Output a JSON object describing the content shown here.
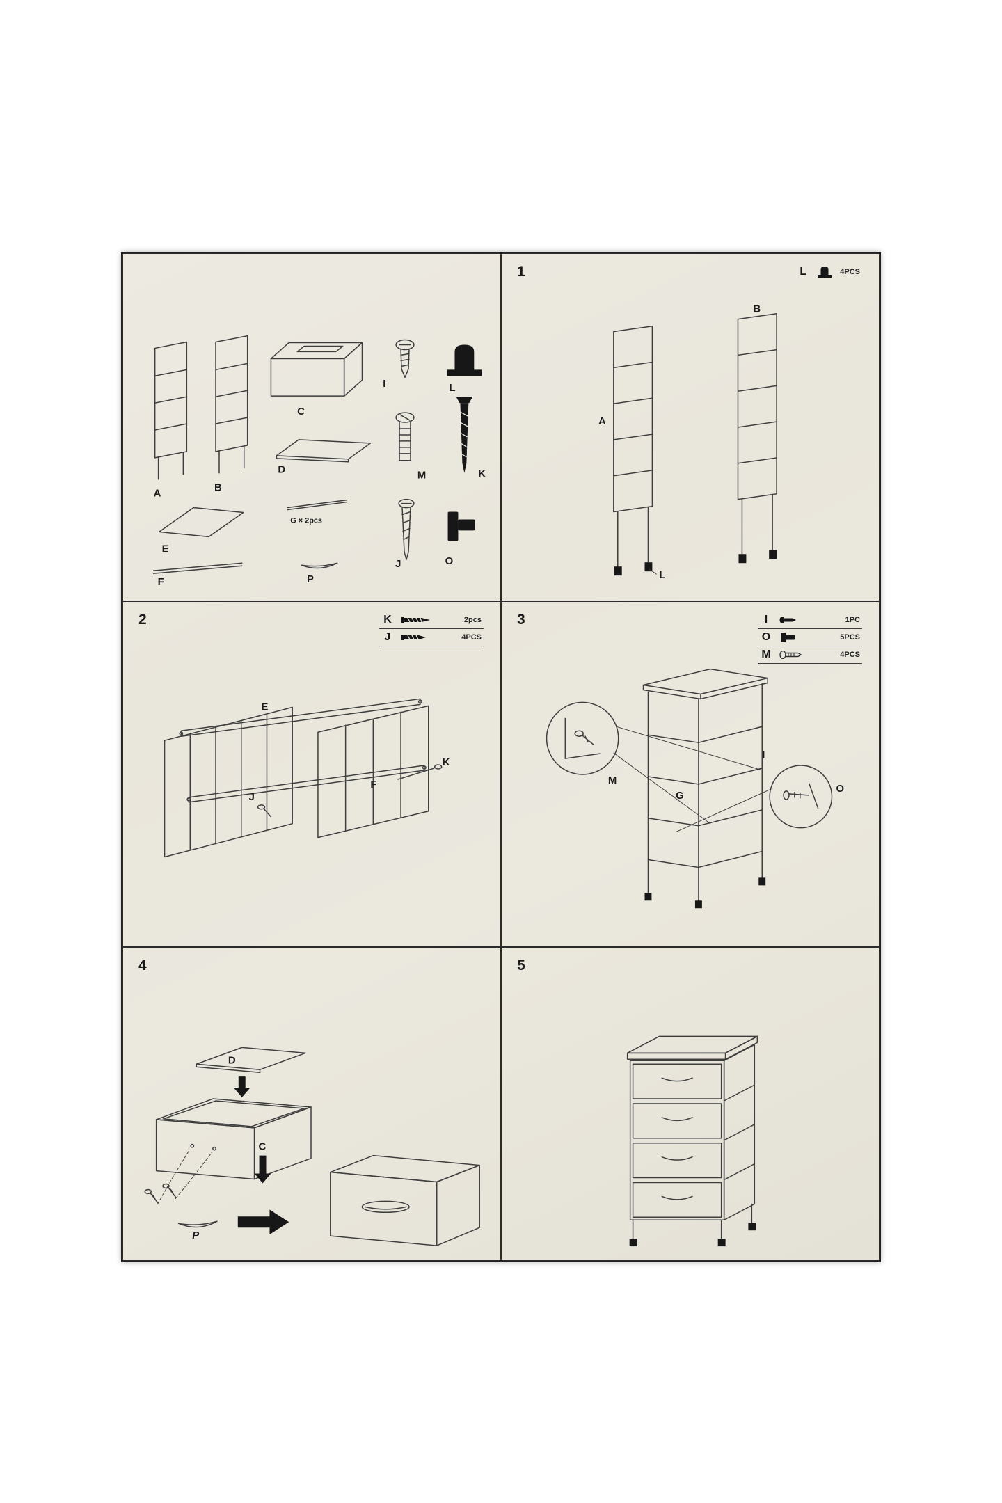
{
  "sheet": {
    "paper_color": "#e9e6dc",
    "line_color": "#3e3e3e",
    "border_color": "#222222"
  },
  "panels": {
    "parts": {
      "labels": {
        "a": "A",
        "b": "B",
        "c": "C",
        "d": "D",
        "e": "E",
        "f": "F",
        "g": "G × 2pcs",
        "p": "P",
        "i": "I",
        "m": "M",
        "j": "J",
        "l": "L",
        "k": "K",
        "o": "O"
      }
    },
    "step1": {
      "number": "1",
      "legend": [
        {
          "part": "L",
          "qty": "4PCS"
        }
      ],
      "labels": {
        "a": "A",
        "b": "B",
        "l": "L"
      }
    },
    "step2": {
      "number": "2",
      "legend": [
        {
          "part": "K",
          "qty": "2pcs"
        },
        {
          "part": "J",
          "qty": "4PCS"
        }
      ],
      "labels": {
        "e": "E",
        "f": "F",
        "j": "J",
        "k": "K"
      }
    },
    "step3": {
      "number": "3",
      "legend": [
        {
          "part": "I",
          "qty": "1PC"
        },
        {
          "part": "O",
          "qty": "5PCS"
        },
        {
          "part": "M",
          "qty": "4PCS"
        }
      ],
      "labels": {
        "m": "M",
        "g": "G",
        "i": "I",
        "o": "O"
      }
    },
    "step4": {
      "number": "4",
      "labels": {
        "d": "D",
        "c": "C",
        "p": "P"
      }
    },
    "step5": {
      "number": "5"
    }
  }
}
